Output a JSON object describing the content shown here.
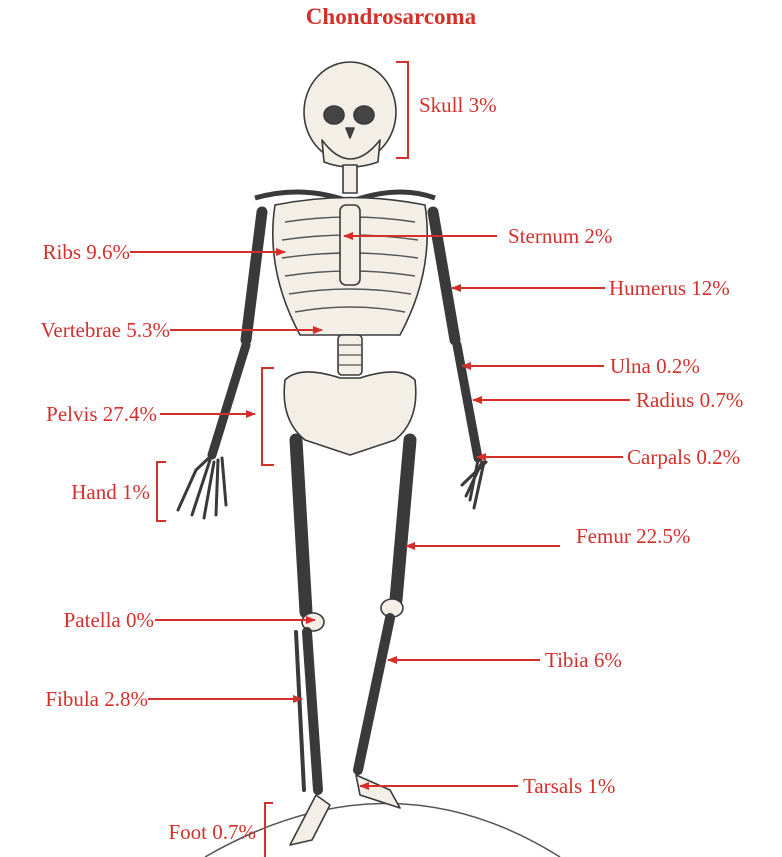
{
  "title": "Chondrosarcoma",
  "accent_color": "#d3302c",
  "labels": {
    "skull": "Skull 3%",
    "sternum": "Sternum 2%",
    "ribs": "Ribs 9.6%",
    "humerus": "Humerus 12%",
    "vertebrae": "Vertebrae 5.3%",
    "ulna": "Ulna 0.2%",
    "radius": "Radius 0.7%",
    "pelvis": "Pelvis 27.4%",
    "carpals": "Carpals 0.2%",
    "hand": "Hand 1%",
    "femur": "Femur 22.5%",
    "patella": "Patella 0%",
    "tibia": "Tibia 6%",
    "fibula": "Fibula 2.8%",
    "tarsals": "Tarsals 1%",
    "foot": "Foot 0.7%"
  }
}
